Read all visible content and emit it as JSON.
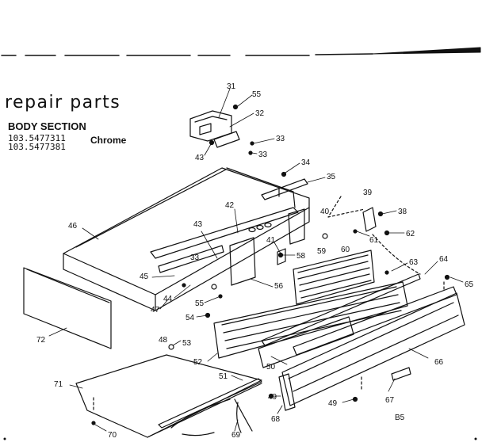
{
  "header": {
    "title": "repair parts",
    "section": "BODY SECTION",
    "models": [
      "103.5477311",
      "103.5477381"
    ],
    "finish": "Chrome"
  },
  "footer_code": "B5",
  "callouts": [
    {
      "id": "c31",
      "label": "31"
    },
    {
      "id": "c55a",
      "label": "55"
    },
    {
      "id": "c32",
      "label": "32"
    },
    {
      "id": "c33a",
      "label": "33"
    },
    {
      "id": "c33b",
      "label": "33"
    },
    {
      "id": "c43a",
      "label": "43"
    },
    {
      "id": "c34",
      "label": "34"
    },
    {
      "id": "c35",
      "label": "35"
    },
    {
      "id": "c39",
      "label": "39"
    },
    {
      "id": "c40",
      "label": "40"
    },
    {
      "id": "c38",
      "label": "38"
    },
    {
      "id": "c61",
      "label": "61"
    },
    {
      "id": "c62",
      "label": "62"
    },
    {
      "id": "c46",
      "label": "46"
    },
    {
      "id": "c42",
      "label": "42"
    },
    {
      "id": "c43b",
      "label": "43"
    },
    {
      "id": "c41",
      "label": "41"
    },
    {
      "id": "c60",
      "label": "60"
    },
    {
      "id": "c33c",
      "label": "33"
    },
    {
      "id": "c58",
      "label": "58"
    },
    {
      "id": "c59",
      "label": "59"
    },
    {
      "id": "c63",
      "label": "63"
    },
    {
      "id": "c64",
      "label": "64"
    },
    {
      "id": "c65",
      "label": "65"
    },
    {
      "id": "c45",
      "label": "45"
    },
    {
      "id": "c56",
      "label": "56"
    },
    {
      "id": "c44",
      "label": "44"
    },
    {
      "id": "c47",
      "label": "47"
    },
    {
      "id": "c55b",
      "label": "55"
    },
    {
      "id": "c54",
      "label": "54"
    },
    {
      "id": "c72",
      "label": "72"
    },
    {
      "id": "c48",
      "label": "48"
    },
    {
      "id": "c53",
      "label": "53"
    },
    {
      "id": "c52",
      "label": "52"
    },
    {
      "id": "c50",
      "label": "50"
    },
    {
      "id": "c66",
      "label": "66"
    },
    {
      "id": "c51",
      "label": "51"
    },
    {
      "id": "c71",
      "label": "71"
    },
    {
      "id": "c49a",
      "label": "49"
    },
    {
      "id": "c68",
      "label": "68"
    },
    {
      "id": "c49b",
      "label": "49"
    },
    {
      "id": "c67",
      "label": "67"
    },
    {
      "id": "c70",
      "label": "70"
    },
    {
      "id": "c69",
      "label": "69"
    }
  ]
}
